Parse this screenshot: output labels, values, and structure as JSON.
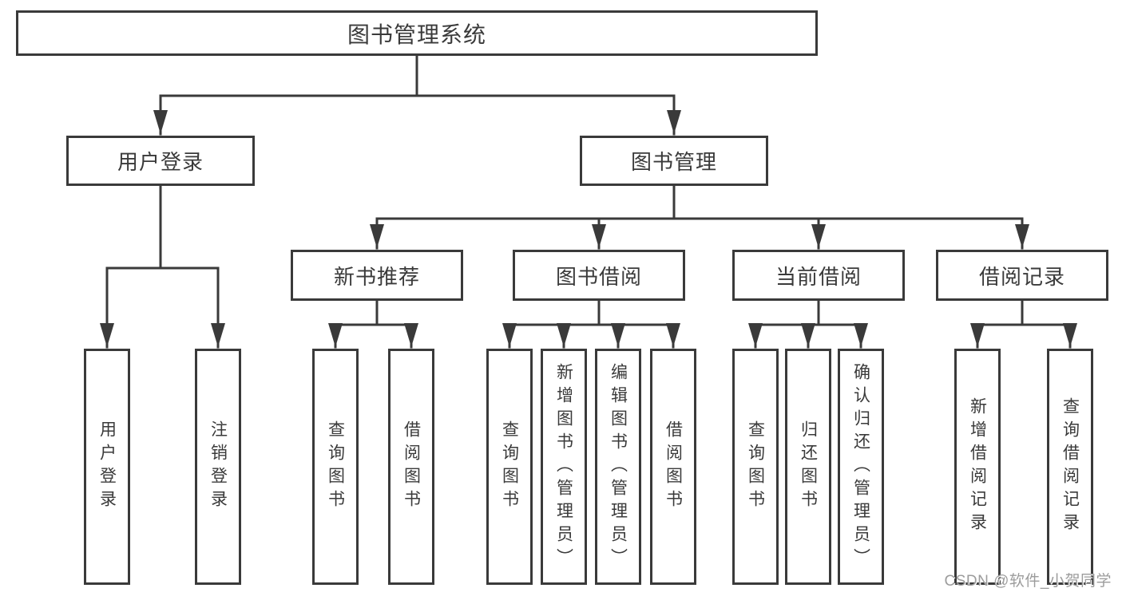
{
  "diagram_type": "hierarchy-tree",
  "colors": {
    "line": "#3a3a3a",
    "box_border": "#3a3a3a",
    "box_background": "#ffffff",
    "text": "#3a3a3a",
    "watermark": "#9c9c9c",
    "page_background": "#ffffff"
  },
  "root": {
    "id": "root",
    "label": "图书管理系统"
  },
  "level2": [
    {
      "id": "user-login",
      "label": "用户登录"
    },
    {
      "id": "book-management",
      "label": "图书管理"
    }
  ],
  "level3": [
    {
      "id": "new-book-recommendation",
      "label": "新书推荐"
    },
    {
      "id": "book-borrowing",
      "label": "图书借阅"
    },
    {
      "id": "current-borrowing",
      "label": "当前借阅"
    },
    {
      "id": "borrowing-records",
      "label": "借阅记录"
    }
  ],
  "leaves": [
    {
      "id": "leaf-user-login",
      "parent": "user-login",
      "label": "用户登录"
    },
    {
      "id": "leaf-logout",
      "parent": "user-login",
      "label": "注销登录"
    },
    {
      "id": "leaf-query-books-1",
      "parent": "new-book-recommendation",
      "label": "查询图书"
    },
    {
      "id": "leaf-borrow-books-1",
      "parent": "new-book-recommendation",
      "label": "借阅图书"
    },
    {
      "id": "leaf-query-books-2",
      "parent": "book-borrowing",
      "label": "查询图书"
    },
    {
      "id": "leaf-add-books-admin",
      "parent": "book-borrowing",
      "label": "新增图书（管理员）"
    },
    {
      "id": "leaf-edit-books-admin",
      "parent": "book-borrowing",
      "label": "编辑图书（管理员）"
    },
    {
      "id": "leaf-borrow-books-2",
      "parent": "book-borrowing",
      "label": "借阅图书"
    },
    {
      "id": "leaf-query-books-3",
      "parent": "current-borrowing",
      "label": "查询图书"
    },
    {
      "id": "leaf-return-books",
      "parent": "current-borrowing",
      "label": "归还图书"
    },
    {
      "id": "leaf-confirm-return-admin",
      "parent": "current-borrowing",
      "label": "确认归还（管理员）"
    },
    {
      "id": "leaf-add-borrow-record",
      "parent": "borrowing-records",
      "label": "新增借阅记录"
    },
    {
      "id": "leaf-query-borrow-record",
      "parent": "borrowing-records",
      "label": "查询借阅记录"
    }
  ],
  "edges": [
    {
      "from": "root",
      "to": "user-login"
    },
    {
      "from": "root",
      "to": "book-management"
    },
    {
      "from": "user-login",
      "to": "leaf-user-login"
    },
    {
      "from": "user-login",
      "to": "leaf-logout"
    },
    {
      "from": "book-management",
      "to": "new-book-recommendation"
    },
    {
      "from": "book-management",
      "to": "book-borrowing"
    },
    {
      "from": "book-management",
      "to": "current-borrowing"
    },
    {
      "from": "book-management",
      "to": "borrowing-records"
    },
    {
      "from": "new-book-recommendation",
      "to": "leaf-query-books-1"
    },
    {
      "from": "new-book-recommendation",
      "to": "leaf-borrow-books-1"
    },
    {
      "from": "book-borrowing",
      "to": "leaf-query-books-2"
    },
    {
      "from": "book-borrowing",
      "to": "leaf-add-books-admin"
    },
    {
      "from": "book-borrowing",
      "to": "leaf-edit-books-admin"
    },
    {
      "from": "book-borrowing",
      "to": "leaf-borrow-books-2"
    },
    {
      "from": "current-borrowing",
      "to": "leaf-query-books-3"
    },
    {
      "from": "current-borrowing",
      "to": "leaf-return-books"
    },
    {
      "from": "current-borrowing",
      "to": "leaf-confirm-return-admin"
    },
    {
      "from": "borrowing-records",
      "to": "leaf-add-borrow-record"
    },
    {
      "from": "borrowing-records",
      "to": "leaf-query-borrow-record"
    }
  ],
  "watermark": {
    "text": "CSDN @软件_小贺同学"
  }
}
